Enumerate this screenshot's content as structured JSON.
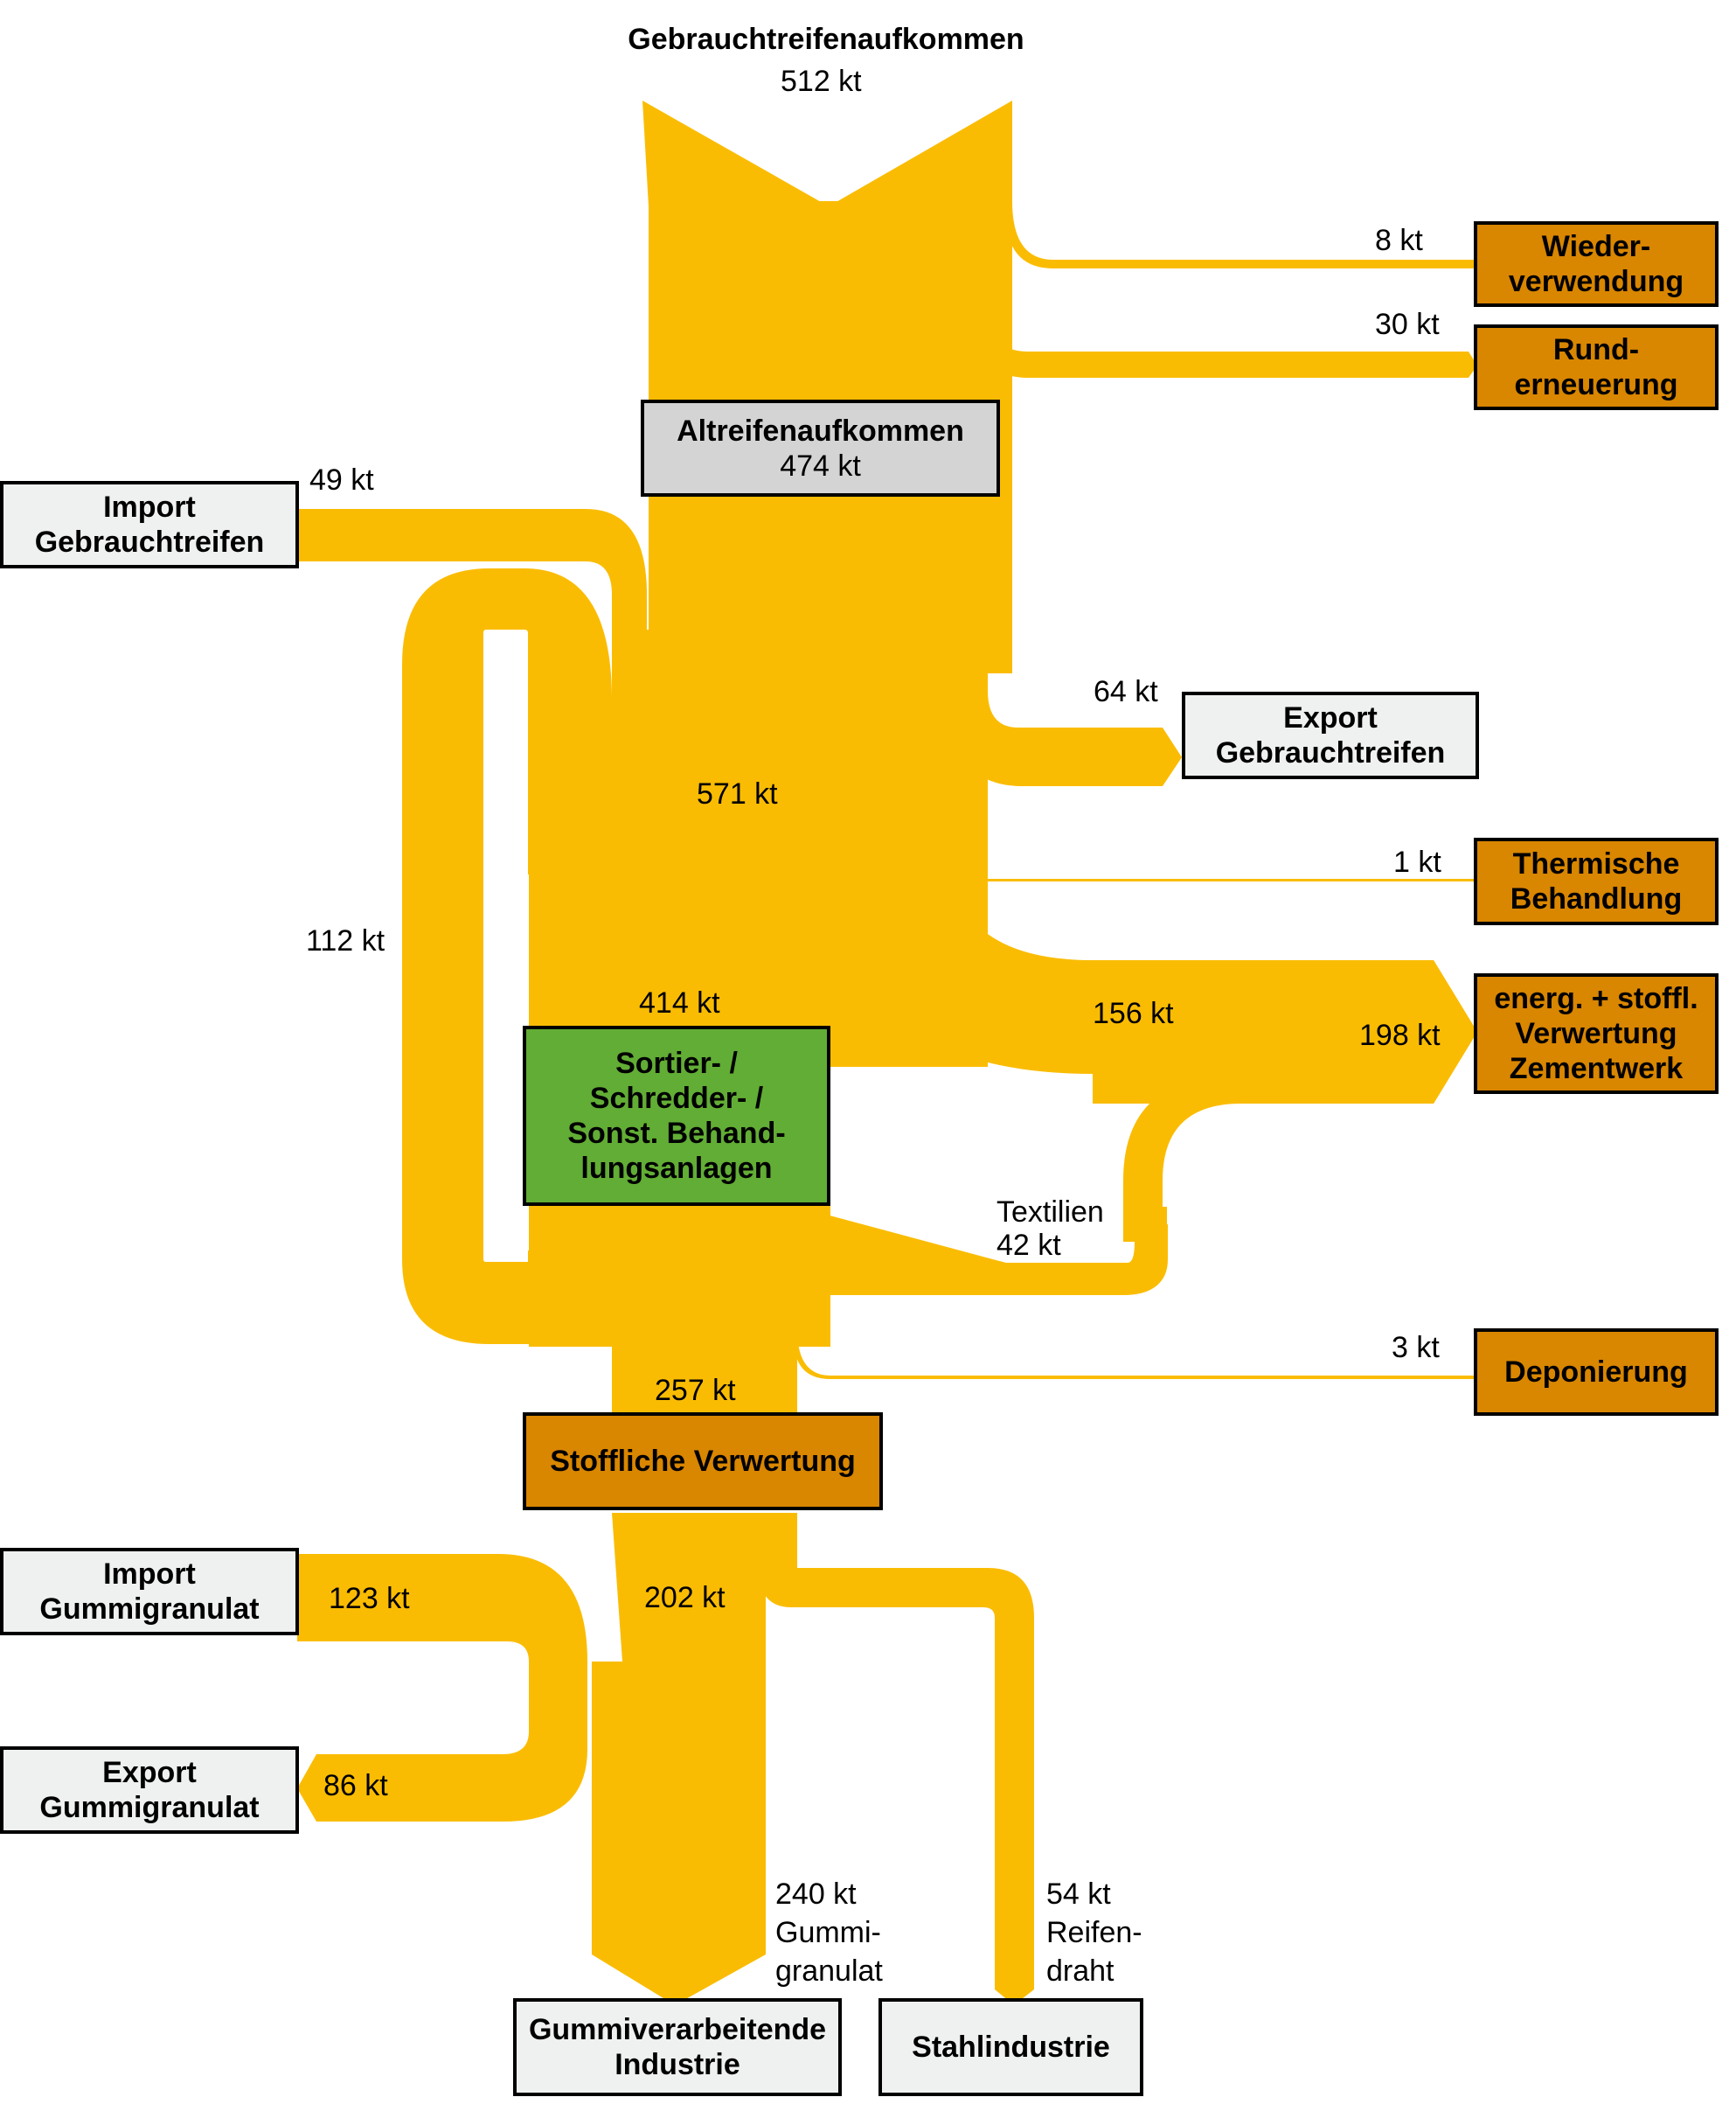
{
  "colors": {
    "flow": "#fabc02",
    "sink": "#d98600",
    "source": "#eff0f0",
    "node": "#d4d4d4",
    "treatment": "#62ad35"
  },
  "header": {
    "title": "Gebrauchtreifenaufkommen",
    "value": "512 kt"
  },
  "nodes": {
    "altreifen": {
      "title": "Altreifenaufkommen",
      "value": "474 kt"
    },
    "import_gebraucht": {
      "label": "Import\nGebrauchtreifen"
    },
    "export_gebraucht": {
      "label": "Export\nGebrauchtreifen"
    },
    "wiederverwendung": {
      "label": "Wieder-\nverwendung"
    },
    "runderneuerung": {
      "label": "Rund-\nerneuerung"
    },
    "thermisch": {
      "label": "Thermische\nBehandlung"
    },
    "zementwerk": {
      "label": "energ. + stoffl.\nVerwertung\nZementwerk"
    },
    "sortier": {
      "label": "Sortier- /\nSchredder- /\nSonst. Behand-\nlungsanlagen"
    },
    "deponierung": {
      "label": "Deponierung"
    },
    "stofflich": {
      "label": "Stoffliche Verwertung"
    },
    "import_granulat": {
      "label": "Import\nGummigranulat"
    },
    "export_granulat": {
      "label": "Export\nGummigranulat"
    },
    "gummiindustrie": {
      "label": "Gummiverarbeitende\nIndustrie"
    },
    "stahlindustrie": {
      "label": "Stahlindustrie"
    }
  },
  "flows": {
    "wiederverwendung": "8 kt",
    "runderneuerung": "30 kt",
    "import_gebraucht": "49 kt",
    "export_gebraucht": "64 kt",
    "total_input": "571 kt",
    "loop": "112 kt",
    "thermisch": "1 kt",
    "zement_direct": "156 kt",
    "zement_total": "198 kt",
    "sortier_in": "414 kt",
    "textilien": "Textilien\n42 kt",
    "deponierung": "3 kt",
    "stofflich": "257 kt",
    "import_granulat": "123 kt",
    "stofflich_out": "202 kt",
    "export_granulat": "86 kt",
    "gummi": "240 kt\nGummi-\ngranulat",
    "draht": "54 kt\nReifen-\ndraht"
  }
}
